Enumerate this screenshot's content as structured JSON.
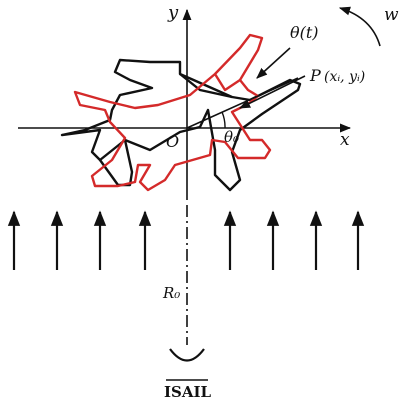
{
  "labels": {
    "y_axis": "y",
    "x_axis": "x",
    "origin": "O",
    "theta_t": "θ(t)",
    "omega": "w",
    "point_p": "P",
    "point_coords": "(xᵢ, yᵢ)",
    "theta_0": "θ₀",
    "range": "R₀",
    "radar": "ISAIL"
  },
  "colors": {
    "ink": "#111111",
    "rotated_aircraft": "#d42a2a"
  },
  "icons": [
    "rotation-arrow-icon",
    "radar-dish-icon",
    "incident-wave-arrow-icon"
  ]
}
